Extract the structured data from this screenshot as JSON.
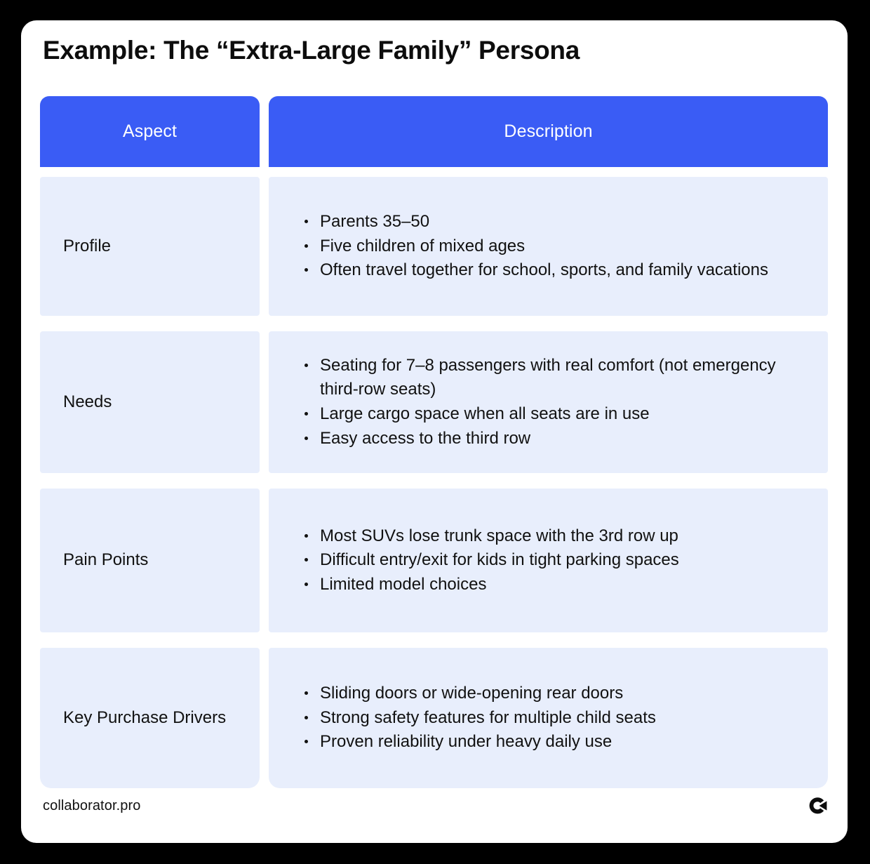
{
  "page": {
    "title": "Example: The “Extra-Large Family” Persona",
    "background_color": "#000000",
    "card_color": "#ffffff"
  },
  "colors": {
    "header_blue": "#3a5cf5",
    "cell_background": "#e8eefc",
    "text": "#111111",
    "header_text": "#ffffff"
  },
  "table": {
    "columns": [
      {
        "key": "aspect",
        "label": "Aspect"
      },
      {
        "key": "description",
        "label": "Description"
      }
    ],
    "rows": [
      {
        "aspect": "Profile",
        "bullets": [
          "Parents 35–50",
          "Five children of mixed ages",
          "Often travel together for school, sports, and family vacations"
        ]
      },
      {
        "aspect": "Needs",
        "bullets": [
          "Seating for 7–8 passengers with real comfort (not emergency third-row seats)",
          "Large cargo space when all seats are in use",
          "Easy access to the third row"
        ]
      },
      {
        "aspect": "Pain Points",
        "bullets": [
          "Most SUVs lose trunk space with the 3rd row up",
          "Difficult entry/exit for kids in tight parking spaces",
          "Limited model choices"
        ]
      },
      {
        "aspect": "Key Purchase Drivers",
        "bullets": [
          "Sliding doors or wide-opening rear doors",
          "Strong safety features for multiple child seats",
          "Proven reliability under heavy daily use"
        ]
      }
    ]
  },
  "footer": {
    "site_name": "collaborator.pro",
    "logo_name": "collaborator-logo-icon"
  }
}
